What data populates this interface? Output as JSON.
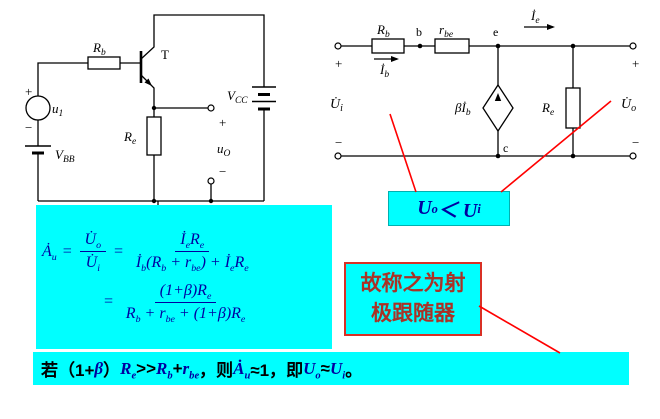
{
  "colors": {
    "highlight_cyan": "#00ffff",
    "callout_red": "#ff0000",
    "formula_navy": "#0000a0",
    "follower_text_red": "#a93226"
  },
  "left_circuit": {
    "labels": {
      "rb": {
        "m": "R",
        "s": "b"
      },
      "transistor": "T",
      "u1": {
        "m": "u",
        "s": "1"
      },
      "source_plus": "+",
      "source_minus": "−",
      "vbb": {
        "m": "V",
        "s": "BB"
      },
      "re": {
        "m": "R",
        "s": "e"
      },
      "vcc": {
        "m": "V",
        "s": "CC"
      },
      "uo": {
        "m": "u",
        "s": "O"
      },
      "uo_plus": "+",
      "uo_minus": "−"
    }
  },
  "right_circuit": {
    "labels": {
      "rb": {
        "m": "R",
        "s": "b"
      },
      "rbe": {
        "m": "r",
        "s": "be"
      },
      "re": {
        "m": "R",
        "s": "e"
      },
      "node_b": "b",
      "node_e": "e",
      "node_c": "c",
      "ie": {
        "m": "İ",
        "s": "e"
      },
      "ib": {
        "m": "İ",
        "s": "b"
      },
      "beta_ib": {
        "m": "βİ",
        "s": "b"
      },
      "ui": {
        "m": "U̇",
        "s": "i"
      },
      "uo": {
        "m": "U̇",
        "s": "o"
      },
      "plus": "+",
      "minus": "−"
    }
  },
  "callout": {
    "uo_lt_ui": "U<sub>o</sub> ＜ U<sub>i</sub>"
  },
  "follower": {
    "line1": "故称之为射",
    "line2": "极跟随器"
  },
  "formula": {
    "lhs": "Ȧ<sub>u</sub>",
    "eq": "=",
    "f1_num": "U̇<sub>o</sub>",
    "f1_den": "U̇<sub>i</sub>",
    "f2_num": "İ<sub>e</sub>R<sub>e</sub>",
    "f2_den": "İ<sub>b</sub>(R<sub>b</sub> + r<sub>be</sub>) + İ<sub>e</sub>R<sub>e</sub>",
    "f3_num": "(1+β)R<sub>e</sub>",
    "f3_den": "R<sub>b</sub> + r<sub>be</sub> + (1+β)R<sub>e</sub>"
  },
  "conclusion": {
    "text_html": "若（1+<i>β</i>）<i>R<sub>e</sub></i> &gt;&gt; <i>R<sub>b</sub></i> + <i>r<sub>be</sub></i>，则 <i>Ȧ<sub>u</sub></i> ≈1，即 <i>U<sub>o</sub></i> ≈ <i>U<sub>i</sub></i> 。"
  }
}
